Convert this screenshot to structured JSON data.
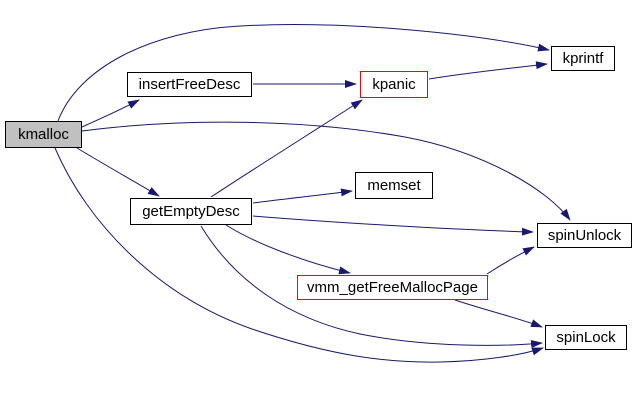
{
  "graph": {
    "nodes": {
      "kmalloc": {
        "label": "kmalloc",
        "type": "focus"
      },
      "insertFreeDesc": {
        "label": "insertFreeDesc",
        "type": "normal"
      },
      "kpanic": {
        "label": "kpanic",
        "type": "truncated"
      },
      "kprintf": {
        "label": "kprintf",
        "type": "normal"
      },
      "memset": {
        "label": "memset",
        "type": "normal"
      },
      "getEmptyDesc": {
        "label": "getEmptyDesc",
        "type": "normal"
      },
      "spinUnlock": {
        "label": "spinUnlock",
        "type": "normal"
      },
      "vmm_getFreeMallocPage": {
        "label": "vmm_getFreeMallocPage",
        "type": "truncated"
      },
      "spinLock": {
        "label": "spinLock",
        "type": "normal"
      }
    },
    "edges": [
      {
        "from": "kmalloc",
        "to": "kprintf"
      },
      {
        "from": "kmalloc",
        "to": "insertFreeDesc"
      },
      {
        "from": "kmalloc",
        "to": "spinUnlock"
      },
      {
        "from": "kmalloc",
        "to": "getEmptyDesc"
      },
      {
        "from": "kmalloc",
        "to": "spinLock"
      },
      {
        "from": "insertFreeDesc",
        "to": "kpanic"
      },
      {
        "from": "kpanic",
        "to": "kprintf"
      },
      {
        "from": "getEmptyDesc",
        "to": "kpanic"
      },
      {
        "from": "getEmptyDesc",
        "to": "memset"
      },
      {
        "from": "getEmptyDesc",
        "to": "spinUnlock"
      },
      {
        "from": "getEmptyDesc",
        "to": "vmm_getFreeMallocPage"
      },
      {
        "from": "getEmptyDesc",
        "to": "spinLock"
      },
      {
        "from": "vmm_getFreeMallocPage",
        "to": "spinUnlock"
      },
      {
        "from": "vmm_getFreeMallocPage",
        "to": "spinLock"
      }
    ],
    "colors": {
      "edge": "#191970",
      "node_border": "#000000",
      "truncated_border": "#ff0000",
      "focus_fill": "#c0c0c0",
      "node_fill": "#ffffff",
      "text": "#000000",
      "background": "#ffffff"
    }
  }
}
